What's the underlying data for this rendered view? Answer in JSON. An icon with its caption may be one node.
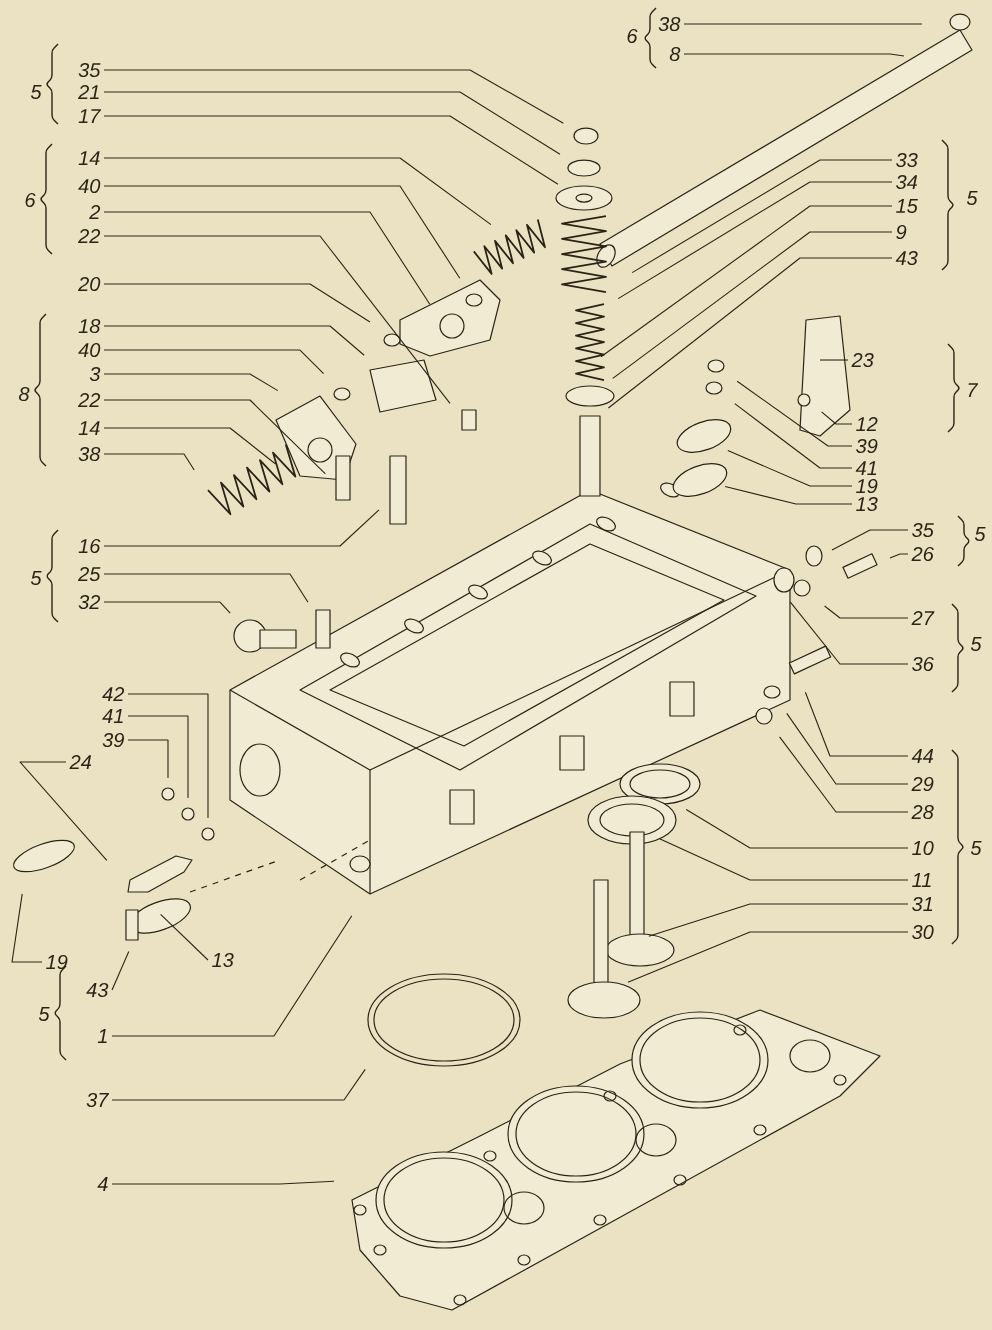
{
  "diagram": {
    "nodes": [
      {
        "text": [
          "35"
        ]
      },
      {
        "text": [
          "21"
        ]
      },
      {
        "text": [
          "17"
        ]
      },
      {
        "text": [
          "14"
        ]
      },
      {
        "text": [
          "40"
        ]
      },
      {
        "text": [
          "2"
        ]
      },
      {
        "text": [
          "22"
        ]
      },
      {
        "text": [
          "20"
        ]
      },
      {
        "text": [
          "18"
        ]
      },
      {
        "text": [
          "40"
        ]
      },
      {
        "text": [
          "3"
        ]
      },
      {
        "text": [
          "22"
        ]
      },
      {
        "text": [
          "14"
        ]
      },
      {
        "text": [
          "38"
        ]
      },
      {
        "text": [
          "16"
        ]
      },
      {
        "text": [
          "25"
        ]
      },
      {
        "text": [
          "32"
        ]
      },
      {
        "text": [
          "42"
        ]
      },
      {
        "text": [
          "41"
        ]
      },
      {
        "text": [
          "39"
        ]
      },
      {
        "text": [
          "24"
        ]
      },
      {
        "text": [
          "19"
        ]
      },
      {
        "text": [
          "13"
        ]
      },
      {
        "text": [
          "43"
        ]
      },
      {
        "text": [
          "1"
        ]
      },
      {
        "text": [
          "37"
        ]
      },
      {
        "text": [
          "4"
        ]
      },
      {
        "text": [
          "38"
        ]
      },
      {
        "text": [
          "8"
        ]
      },
      {
        "text": [
          "33"
        ]
      },
      {
        "text": [
          "34"
        ]
      },
      {
        "text": [
          "15"
        ]
      },
      {
        "text": [
          "9"
        ]
      },
      {
        "text": [
          "43"
        ]
      },
      {
        "text": [
          "23"
        ]
      },
      {
        "text": [
          "12"
        ]
      },
      {
        "text": [
          "39"
        ]
      },
      {
        "text": [
          "41"
        ]
      },
      {
        "text": [
          "19"
        ]
      },
      {
        "text": [
          "13"
        ]
      },
      {
        "text": [
          "35"
        ]
      },
      {
        "text": [
          "26"
        ]
      },
      {
        "text": [
          "27"
        ]
      },
      {
        "text": [
          "36"
        ]
      },
      {
        "text": [
          "44"
        ]
      },
      {
        "text": [
          "29"
        ]
      },
      {
        "text": [
          "28"
        ]
      },
      {
        "text": [
          "10"
        ]
      },
      {
        "text": [
          "11"
        ]
      },
      {
        "text": [
          "31"
        ]
      },
      {
        "text": [
          "30"
        ]
      }
    ],
    "edges": [
      {
        "from": 0,
        "to": null,
        "arrow": "none"
      },
      {
        "from": 1,
        "to": null,
        "arrow": "none"
      },
      {
        "from": 2,
        "to": null,
        "arrow": "none"
      },
      {
        "from": 3,
        "to": null,
        "arrow": "none"
      },
      {
        "from": 4,
        "to": null,
        "arrow": "none"
      },
      {
        "from": 5,
        "to": null,
        "arrow": "none"
      },
      {
        "from": 6,
        "to": null,
        "arrow": "none"
      },
      {
        "from": 7,
        "to": null,
        "arrow": "none"
      },
      {
        "from": 8,
        "to": null,
        "arrow": "none"
      },
      {
        "from": 9,
        "to": null,
        "arrow": "none"
      },
      {
        "from": 10,
        "to": null,
        "arrow": "none"
      },
      {
        "from": 11,
        "to": null,
        "arrow": "none"
      },
      {
        "from": 12,
        "to": null,
        "arrow": "none"
      },
      {
        "from": 13,
        "to": null,
        "arrow": "none"
      },
      {
        "from": 14,
        "to": null,
        "arrow": "none"
      },
      {
        "from": 15,
        "to": null,
        "arrow": "none"
      },
      {
        "from": 16,
        "to": null,
        "arrow": "none"
      },
      {
        "from": 17,
        "to": null,
        "arrow": "none"
      },
      {
        "from": 18,
        "to": null,
        "arrow": "none"
      },
      {
        "from": 19,
        "to": null,
        "arrow": "none"
      },
      {
        "from": 20,
        "to": null,
        "arrow": "none"
      },
      {
        "from": 21,
        "to": null,
        "arrow": "none"
      },
      {
        "from": 22,
        "to": null,
        "arrow": "none"
      },
      {
        "from": 23,
        "to": null,
        "arrow": "none"
      },
      {
        "from": 24,
        "to": null,
        "arrow": "none"
      },
      {
        "from": 25,
        "to": null,
        "arrow": "none"
      },
      {
        "from": 26,
        "to": null,
        "arrow": "none"
      },
      {
        "from": 27,
        "to": null,
        "arrow": "none"
      },
      {
        "from": 28,
        "to": null,
        "arrow": "none"
      },
      {
        "from": 29,
        "to": null,
        "arrow": "none"
      },
      {
        "from": 30,
        "to": null,
        "arrow": "none"
      },
      {
        "from": 31,
        "to": null,
        "arrow": "none"
      },
      {
        "from": 32,
        "to": null,
        "arrow": "none"
      },
      {
        "from": 33,
        "to": null,
        "arrow": "none"
      },
      {
        "from": 34,
        "to": null,
        "arrow": "none"
      },
      {
        "from": 35,
        "to": null,
        "arrow": "none"
      },
      {
        "from": 36,
        "to": null,
        "arrow": "none"
      },
      {
        "from": 37,
        "to": null,
        "arrow": "none"
      },
      {
        "from": 38,
        "to": null,
        "arrow": "none"
      },
      {
        "from": 39,
        "to": null,
        "arrow": "none"
      },
      {
        "from": 40,
        "to": null,
        "arrow": "none"
      },
      {
        "from": 41,
        "to": null,
        "arrow": "none"
      },
      {
        "from": 42,
        "to": null,
        "arrow": "none"
      },
      {
        "from": 43,
        "to": null,
        "arrow": "none"
      },
      {
        "from": 44,
        "to": null,
        "arrow": "none"
      },
      {
        "from": 45,
        "to": null,
        "arrow": "none"
      },
      {
        "from": 46,
        "to": null,
        "arrow": "none"
      },
      {
        "from": 47,
        "to": null,
        "arrow": "none"
      },
      {
        "from": 48,
        "to": null,
        "arrow": "none"
      },
      {
        "from": 49,
        "to": null,
        "arrow": "none"
      },
      {
        "from": 50,
        "to": null,
        "arrow": "none"
      }
    ],
    "labels": [
      "6",
      "5",
      "5",
      "6",
      "7",
      "8",
      "5",
      "5",
      "5",
      "5",
      "5"
    ]
  }
}
